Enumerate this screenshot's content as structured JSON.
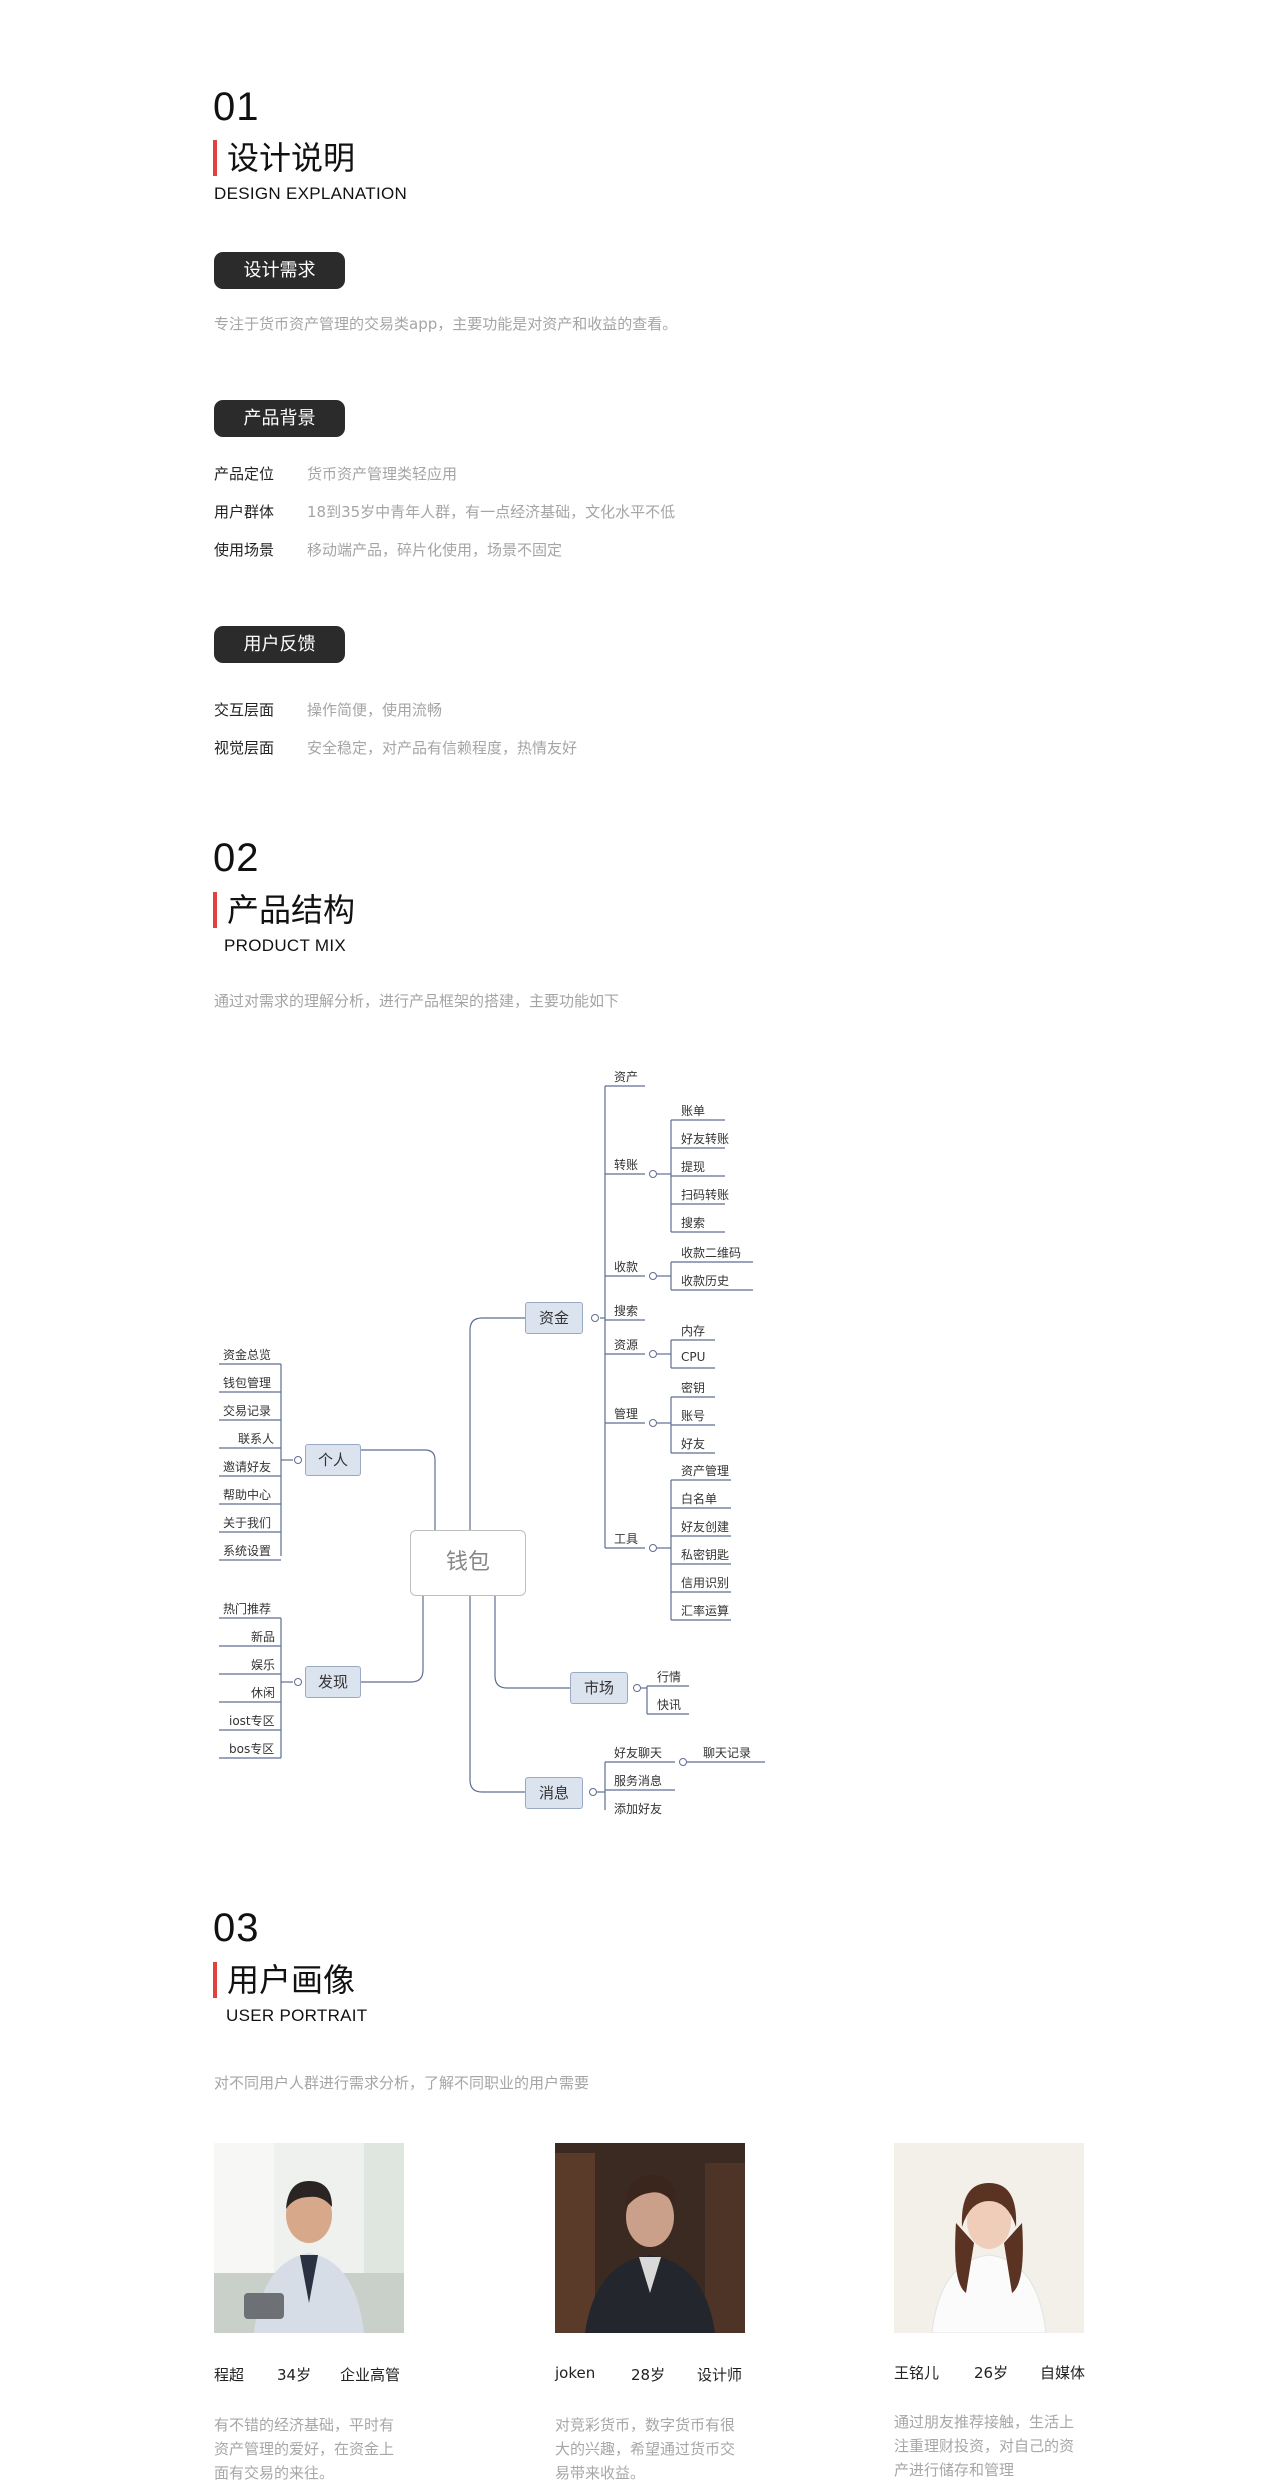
{
  "sections": {
    "s1": {
      "num": "01",
      "title": "设计说明",
      "en": "DESIGN EXPLANATION"
    },
    "s2": {
      "num": "02",
      "title": "产品结构",
      "en": "PRODUCT MIX",
      "desc": "通过对需求的理解分析，进行产品框架的搭建，主要功能如下"
    },
    "s3": {
      "num": "03",
      "title": "用户画像",
      "en": "USER PORTRAIT",
      "desc": "对不同用户人群进行需求分析，了解不同职业的用户需要"
    }
  },
  "requirement": {
    "label": "设计需求",
    "text": "专注于货币资产管理的交易类app，主要功能是对资产和收益的查看。"
  },
  "background": {
    "label": "产品背景",
    "rows": [
      {
        "k": "产品定位",
        "v": "货币资产管理类轻应用"
      },
      {
        "k": "用户群体",
        "v": "18到35岁中青年人群，有一点经济基础，文化水平不低"
      },
      {
        "k": "使用场景",
        "v": "移动端产品，碎片化使用，场景不固定"
      }
    ]
  },
  "feedback": {
    "label": "用户反馈",
    "rows": [
      {
        "k": "交互层面",
        "v": "操作简便，使用流畅"
      },
      {
        "k": "视觉层面",
        "v": "安全稳定，对产品有信赖程度，热情友好"
      }
    ]
  },
  "mindmap": {
    "root": "钱包",
    "left": {
      "personal": {
        "name": "个人",
        "items": [
          "资金总览",
          "钱包管理",
          "交易记录",
          "联系人",
          "邀请好友",
          "帮助中心",
          "关于我们",
          "系统设置"
        ]
      },
      "discover": {
        "name": "发现",
        "items": [
          "热门推荐",
          "新品",
          "娱乐",
          "休闲",
          "iost专区",
          "bos专区"
        ]
      }
    },
    "right": {
      "funds": {
        "name": "资金",
        "groups": [
          {
            "name": "资产",
            "items": []
          },
          {
            "name": "转账",
            "items": [
              "账单",
              "好友转账",
              "提现",
              "扫码转账",
              "搜索"
            ]
          },
          {
            "name": "收款",
            "items": [
              "收款二维码",
              "收款历史"
            ]
          },
          {
            "name": "搜索",
            "items": []
          },
          {
            "name": "资源",
            "items": [
              "内存",
              "CPU"
            ]
          },
          {
            "name": "管理",
            "items": [
              "密钥",
              "账号",
              "好友"
            ]
          },
          {
            "name": "工具",
            "items": [
              "资产管理",
              "白名单",
              "好友创建",
              "私密钥匙",
              "信用识别",
              "汇率运算"
            ]
          }
        ]
      },
      "market": {
        "name": "市场",
        "items": [
          "行情",
          "快讯"
        ]
      },
      "message": {
        "name": "消息",
        "items": [
          "好友聊天",
          "服务消息",
          "添加好友"
        ],
        "sub": "聊天记录"
      }
    }
  },
  "portraits": [
    {
      "name": "程超",
      "age": "34岁",
      "job": "企业高管",
      "lines": [
        "有不错的经济基础，平时有",
        "资产管理的爱好，在资金上",
        "面有交易的来往。"
      ]
    },
    {
      "name": "joken",
      "age": "28岁",
      "job": "设计师",
      "lines": [
        "对竞彩货币，数字货币有很",
        "大的兴趣，希望通过货币交",
        "易带来收益。"
      ]
    },
    {
      "name": "王铭儿",
      "age": "26岁",
      "job": "自媒体",
      "lines": [
        "通过朋友推荐接触，生活上",
        "注重理财投资，对自己的资",
        "产进行储存和管理"
      ]
    }
  ],
  "colors": {
    "accent": "#e0423f",
    "pill": "#2b2b2b",
    "node_fill": "#dbe3ef",
    "line": "#5f6f8f"
  }
}
